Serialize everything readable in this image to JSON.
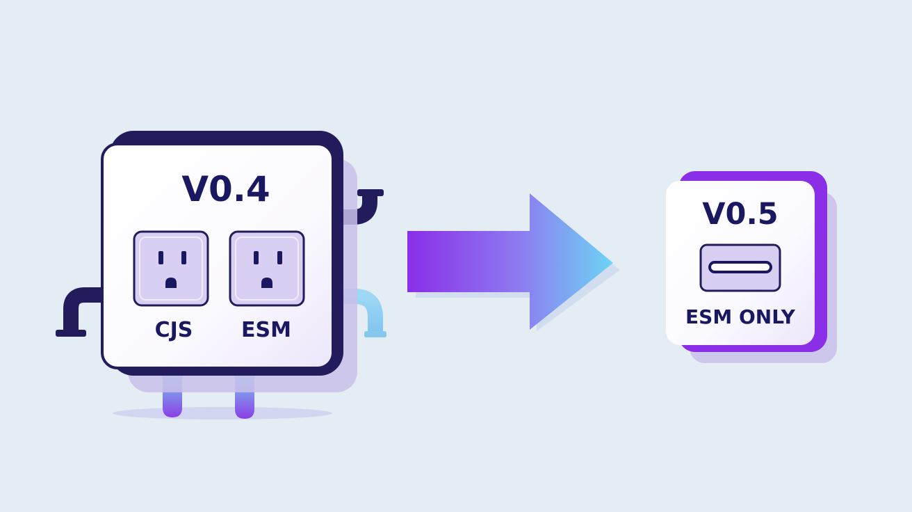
{
  "old_module": {
    "version": "V0.4",
    "sockets": [
      {
        "label": "CJS"
      },
      {
        "label": "ESM"
      }
    ]
  },
  "new_module": {
    "version": "V0.5",
    "socket_label": "ESM ONLY"
  },
  "icons": {
    "old_socket": "three-prong-outlet-icon",
    "new_socket": "slot-port-icon",
    "arrow": "right-arrow-icon",
    "pipes": "pipe-icon"
  },
  "colors": {
    "background": "#e4edf3",
    "outline": "#221c5c",
    "text": "#1b1862",
    "socket_fill": "#d9cff3",
    "accent_purple": "#8a2ee8",
    "accent_blue": "#6cc9f2",
    "card_shadow": "#c9bfea"
  }
}
